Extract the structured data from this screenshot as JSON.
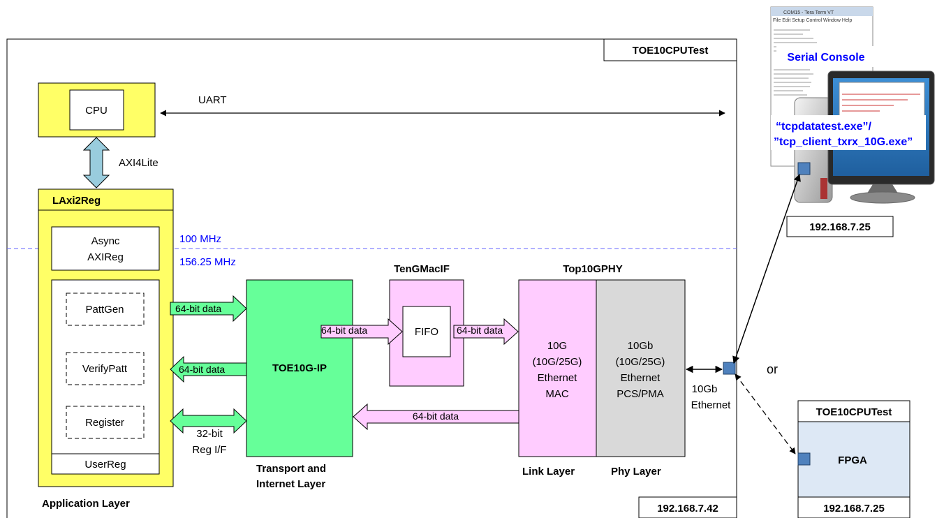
{
  "labels": {
    "main_title": "TOE10CPUTest",
    "cpu": "CPU",
    "uart": "UART",
    "axi4lite": "AXI4Lite",
    "laxi2reg": "LAxi2Reg",
    "async_line1": "Async",
    "async_line2": "AXIReg",
    "freq_100": "100 MHz",
    "freq_156": "156.25 MHz",
    "pattgen": "PattGen",
    "verifypatt": "VerifyPatt",
    "register": "Register",
    "userreg": "UserReg",
    "app_layer": "Application Layer",
    "data64_tx": "64-bit data",
    "data64_rx": "64-bit data",
    "reg32_line1": "32-bit",
    "reg32_line2": "Reg I/F",
    "toe_ip": "TOE10G-IP",
    "transport_line1": "Transport and",
    "transport_line2": "Internet Layer",
    "tengmacif": "TenGMacIF",
    "fifo": "FIFO",
    "data64_fifo_in": "64-bit data",
    "data64_fifo_out": "64-bit data",
    "data64_return": "64-bit data",
    "top10gphy": "Top10GPHY",
    "mac_line1": "10G",
    "mac_line2": "(10G/25G)",
    "mac_line3": "Ethernet",
    "mac_line4": "MAC",
    "pcs_line1": "10Gb",
    "pcs_line2": "(10G/25G)",
    "pcs_line3": "Ethernet",
    "pcs_line4": "PCS/PMA",
    "link_layer": "Link Layer",
    "phy_layer": "Phy Layer",
    "eth_line1": "10Gb",
    "eth_line2": "Ethernet",
    "local_ip": "192.168.7.42",
    "serial_console": "Serial Console",
    "app_exe_line1": "“tcpdatatest.exe”/",
    "app_exe_line2": "”tcp_client_txrx_10G.exe”",
    "pc_ip": "192.168.7.25",
    "or": "or",
    "fpga_title": "TOE10CPUTest",
    "fpga": "FPGA",
    "fpga_ip": "192.168.7.25",
    "console_window_title": "COM15 - Tera Term VT",
    "console_menu": "File  Edit  Setup  Control  Window  Help"
  },
  "colors": {
    "yellow_block": "#ffff66",
    "green_block": "#66ff99",
    "pink_block": "#ffccff",
    "gray_block": "#d9d9d9",
    "axi_arrow": "#99ccdd",
    "fpga_block": "#dde8f5",
    "port_square": "#4f81bd",
    "domain_line": "#6666ff",
    "freq_text": "#0000ff",
    "monitor_text": "#0000ff"
  }
}
